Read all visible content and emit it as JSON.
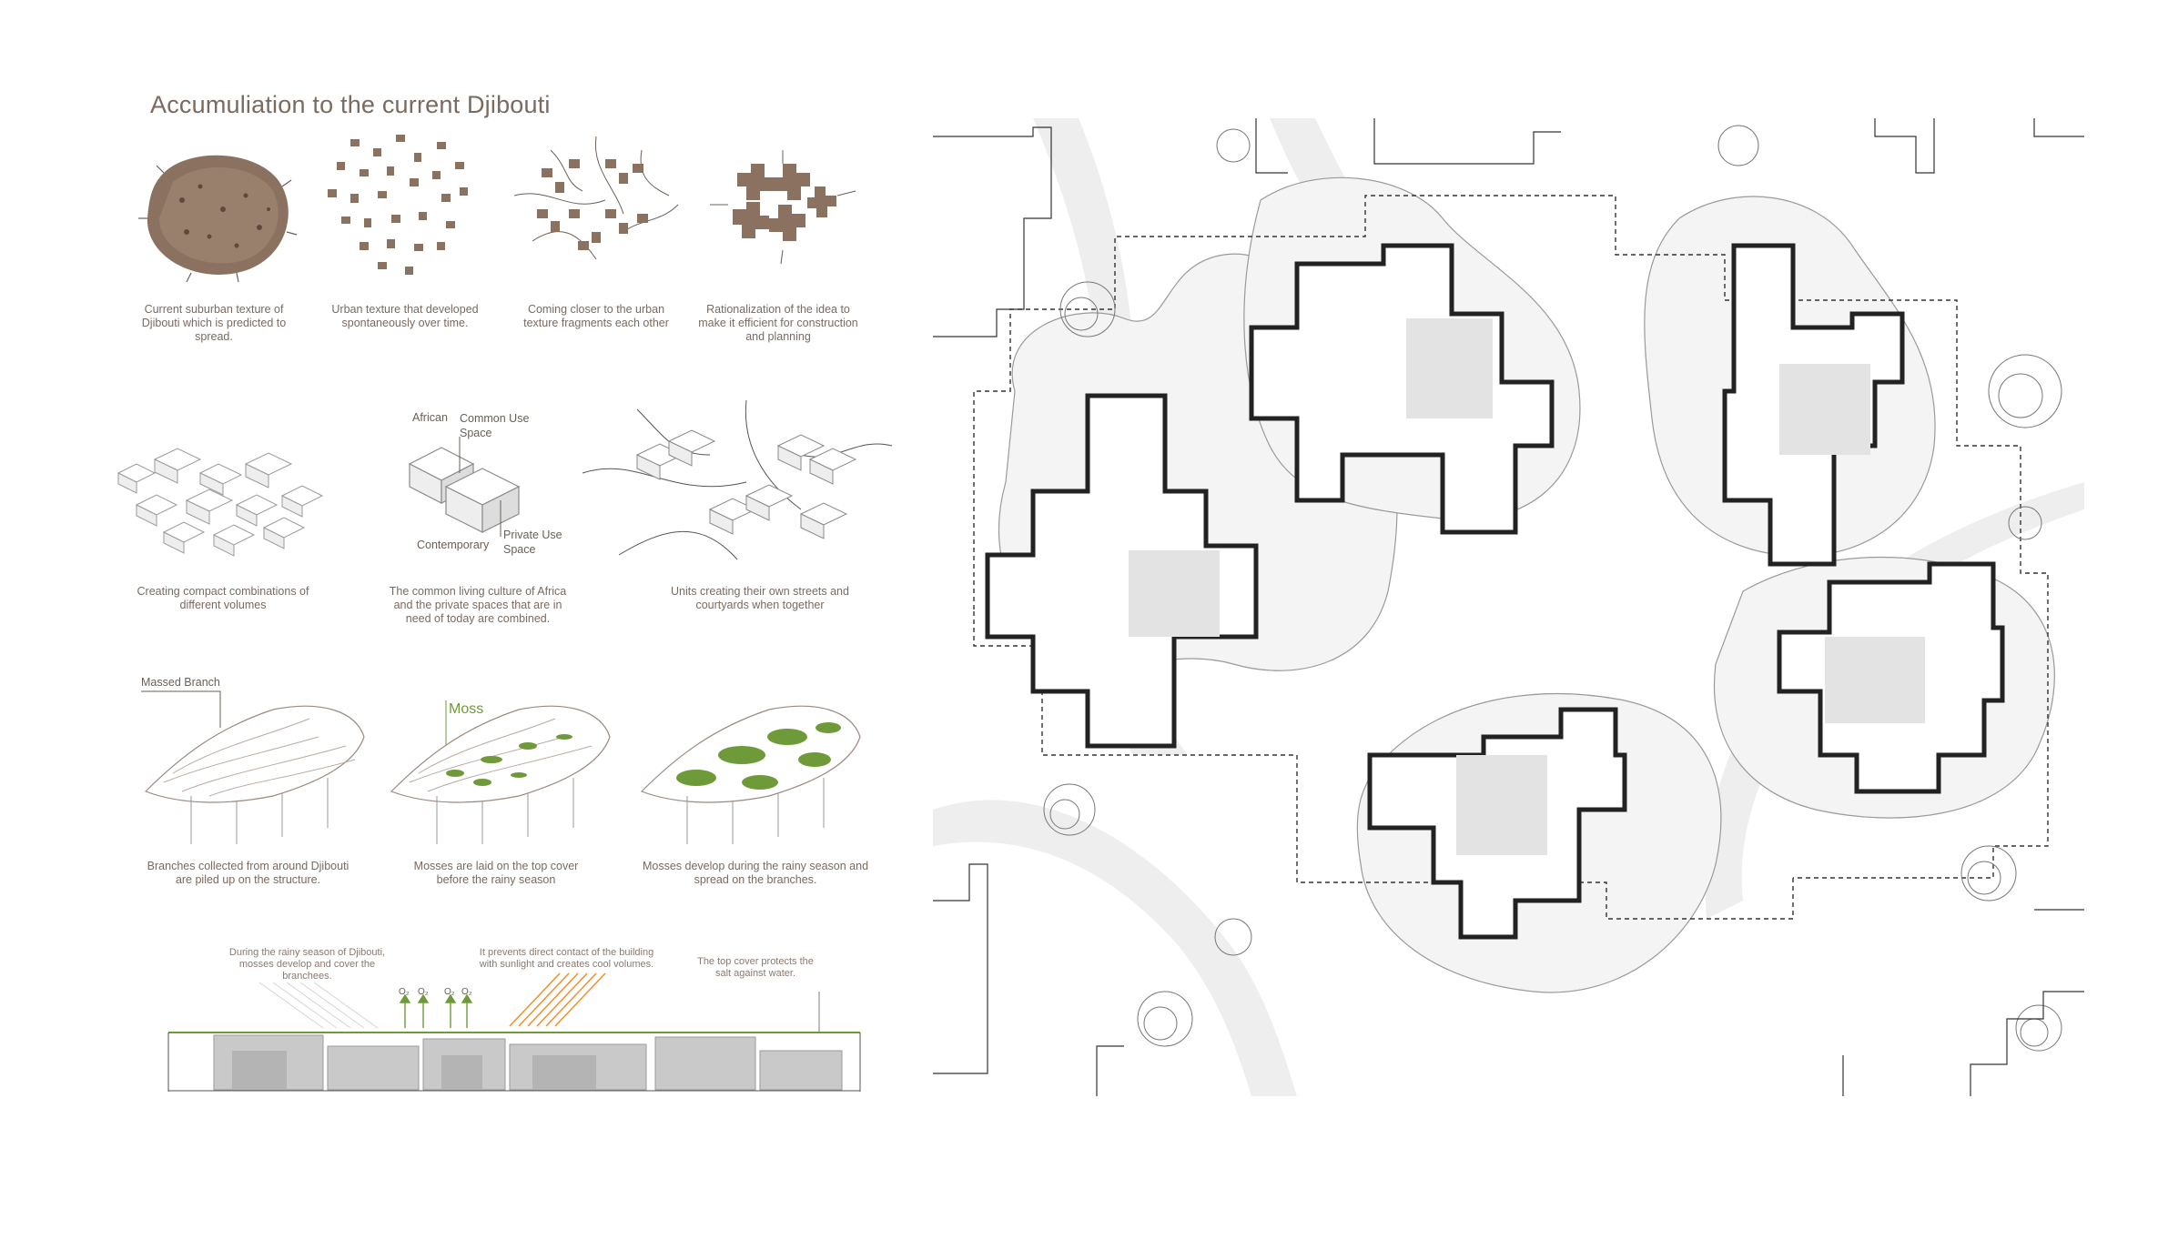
{
  "title": "Accumuliation to the current Djibouti",
  "row1": [
    {
      "caption": "Current suburban texture of Djibouti which is predicted to spread."
    },
    {
      "caption": "Urban texture that developed spontaneously over time."
    },
    {
      "caption": "Coming closer to the urban texture fragments each other"
    },
    {
      "caption": "Rationalization of the idea to make it efficient for construction and planning"
    }
  ],
  "row2": [
    {
      "caption": "Creating compact combinations of different volumes"
    },
    {
      "caption": "The common living culture of Africa and the private spaces that are in need of today are combined."
    },
    {
      "caption": "Units creating their own streets and courtyards when together"
    }
  ],
  "row2_labels": {
    "african": "African",
    "common_use": "Common Use Space",
    "contemporary": "Contemporary",
    "private_use": "Private Use Space"
  },
  "row3": [
    {
      "caption": "Branches collected from around Djibouti are piled up on the structure."
    },
    {
      "caption": "Mosses are laid on the top cover before the rainy season"
    },
    {
      "caption": "Mosses develop during the rainy season and spread on the branches."
    }
  ],
  "row3_labels": {
    "massed_branch": "Massed Branch",
    "moss": "Moss"
  },
  "section": {
    "note_left": "During the rainy season of Djibouti, mosses develop and cover the branchees.",
    "note_mid": "It prevents direct contact of the building with sunlight and creates cool volumes.",
    "note_right": "The top cover protects the salt against water.",
    "o2": "O₂"
  },
  "colors": {
    "accent_moss": "#6f9a3a",
    "sun_rays": "#f08a24",
    "text": "#7a6a60",
    "texture_brown": "#8b7260"
  }
}
